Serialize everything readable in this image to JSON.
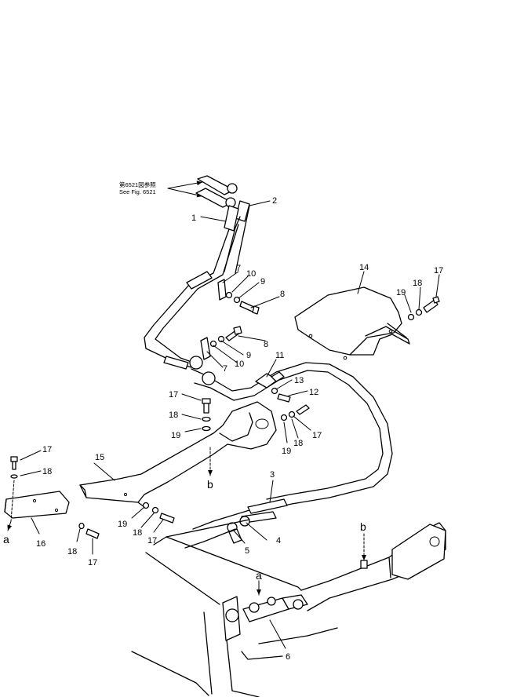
{
  "reference_note": {
    "line1": "第6521図参照",
    "line2": "See Fig. 6521"
  },
  "part_numbers": {
    "p1": "1",
    "p2": "2",
    "p3": "3",
    "p4": "4",
    "p5": "5",
    "p6": "6",
    "p7a": "7",
    "p7b": "7",
    "p8a": "8",
    "p8b": "8",
    "p9a": "9",
    "p9b": "9",
    "p10a": "10",
    "p10b": "10",
    "p11": "11",
    "p12": "12",
    "p13": "13",
    "p14": "14",
    "p15": "15",
    "p16": "16",
    "p17a": "17",
    "p17b": "17",
    "p17c": "17",
    "p17d": "17",
    "p17e": "17",
    "p17f": "17",
    "p18a": "18",
    "p18b": "18",
    "p18c": "18",
    "p18d": "18",
    "p18e": "18",
    "p18f": "18",
    "p19a": "19",
    "p19b": "19",
    "p19c": "19",
    "p19d": "19"
  },
  "connection_markers": {
    "a_left": "a",
    "a_right": "a",
    "b_left": "b",
    "b_right": "b"
  }
}
